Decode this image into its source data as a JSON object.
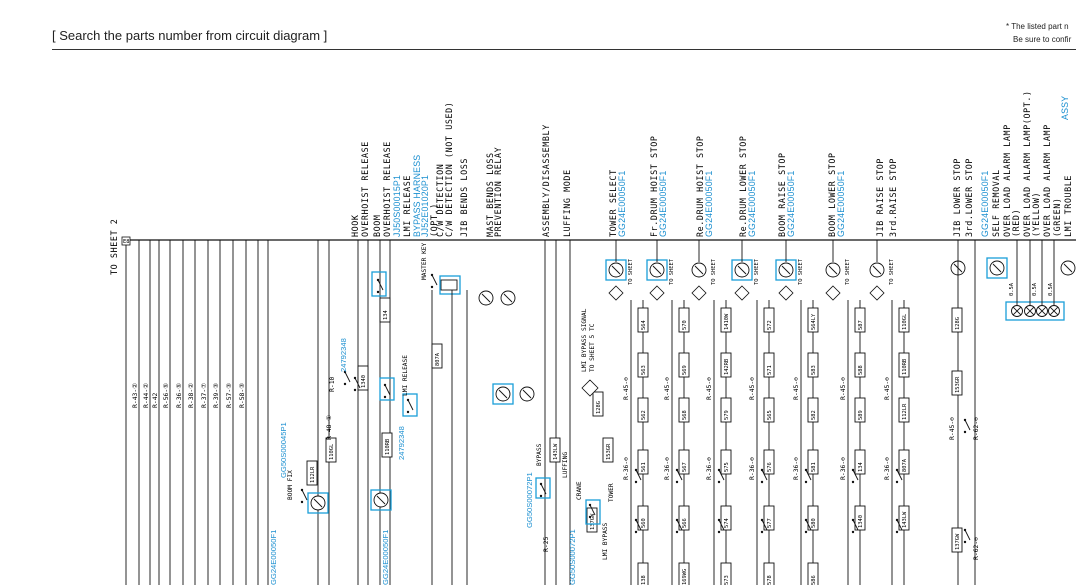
{
  "header": {
    "title": "[ Search the parts number from circuit diagram ]",
    "note_line1": "* The listed part n",
    "note_line2": "Be sure to confir"
  },
  "colors": {
    "highlight": "#1a9fd8",
    "accent_text": "#1a8fd0",
    "ink": "#111111"
  },
  "diagram": {
    "to_sheet": "TO SHEET 2",
    "bus_tag": "E8",
    "refs_left": [
      "R-43-②",
      "R-44-②",
      "R-42",
      "R-56-⑤",
      "R-36-⑤",
      "R-38-②",
      "R-37-⑦",
      "R-39-③",
      "R-57-③",
      "R-58-③"
    ],
    "labels": [
      {
        "text": "HOOK"
      },
      {
        "text": "OVERHOIST RELEASE"
      },
      {
        "text": "BOOM"
      },
      {
        "text": "OVERHOIST RELEASE"
      },
      {
        "text": "JJ50S00015P1",
        "blue": true
      },
      {
        "text": "LMI RELEASE"
      },
      {
        "text": "BYPASS HARNESS",
        "blue": true
      },
      {
        "text": "JJ52E01020P1",
        "blue": true
      },
      {
        "text": "(OPT.)"
      },
      {
        "text": "C/W DETECTION"
      },
      {
        "text": "C/W DETECTION (NOT USED)"
      },
      {
        "text": "JIB BENDS LOSS"
      },
      {
        "text": "MAST BENDS LOSS"
      },
      {
        "text": "PREVENTION RELAY"
      },
      {
        "text": "ASSEMBLY/DISASSEMBLY"
      },
      {
        "text": "LUFFING MODE"
      },
      {
        "text": "TOWER SELECT"
      },
      {
        "text": "GG24E00050F1",
        "blue": true
      },
      {
        "text": "Fr.DRUM HOIST STOP"
      },
      {
        "text": "GG24E00050F1",
        "blue": true
      },
      {
        "text": "Re.DRUM HOIST STOP"
      },
      {
        "text": "GG24E00050F1",
        "blue": true
      },
      {
        "text": "Re.DRUM LOWER STOP"
      },
      {
        "text": "GG24E00050F1",
        "blue": true
      },
      {
        "text": "BOOM RAISE STOP"
      },
      {
        "text": "GG24E00050F1",
        "blue": true
      },
      {
        "text": "BOOM LOWER STOP"
      },
      {
        "text": "GG24E00050F1",
        "blue": true
      },
      {
        "text": "JIB RAISE STOP"
      },
      {
        "text": "3rd.RAISE STOP"
      },
      {
        "text": "JIB LOWER STOP"
      },
      {
        "text": "3rd.LOWER STOP"
      },
      {
        "text": "GG24E00050F1",
        "blue": true
      },
      {
        "text": "SELF REMOVAL"
      },
      {
        "text": "OVER LOAD ALARM LAMP"
      },
      {
        "text": "(RED)"
      },
      {
        "text": "OVER LOAD ALARM LAMP(OPT.)"
      },
      {
        "text": "(YELLOW)"
      },
      {
        "text": "OVER LOAD ALARM LAMP"
      },
      {
        "text": "(GREEN)"
      },
      {
        "text": "LMI TROUBLE"
      },
      {
        "text": "ASSY",
        "blue": true
      }
    ],
    "mid_labels": {
      "master_key": "MASTER KEY",
      "lmi_bypass_signal": "LMI BYPASS SIGNAL",
      "to_sheet_5tc": "TO SHEET 5 TC",
      "bypass": "BYPASS",
      "luffing": "LUFFING",
      "crane": "CRANE",
      "tower": "TOWER",
      "lmi_bypass": "LMI BYPASS",
      "boom_fix": "BOOM FIX",
      "lmi_release": "LMI RELEASE",
      "part_blue_1": "GG50S00072P1",
      "part_blue_2": "GG24E00050F1",
      "part_blue_3": "24792348",
      "part_blue_4": "GG50S00045P1"
    },
    "wire_numbers": [
      "134",
      "1340",
      "110GL",
      "110RB",
      "112LR",
      "807A",
      "143LW",
      "128G",
      "153GR",
      "137GW",
      "564",
      "563",
      "562",
      "561",
      "560",
      "138",
      "570",
      "569",
      "568",
      "567",
      "566",
      "169WG",
      "1410W",
      "142RB",
      "579",
      "575",
      "574",
      "573",
      "572",
      "571",
      "565",
      "576",
      "577",
      "578",
      "564LY",
      "583",
      "582",
      "581",
      "580",
      "586",
      "587",
      "588",
      "589"
    ],
    "fuses": [
      "0.5A",
      "0.5A",
      "0.5A"
    ]
  }
}
